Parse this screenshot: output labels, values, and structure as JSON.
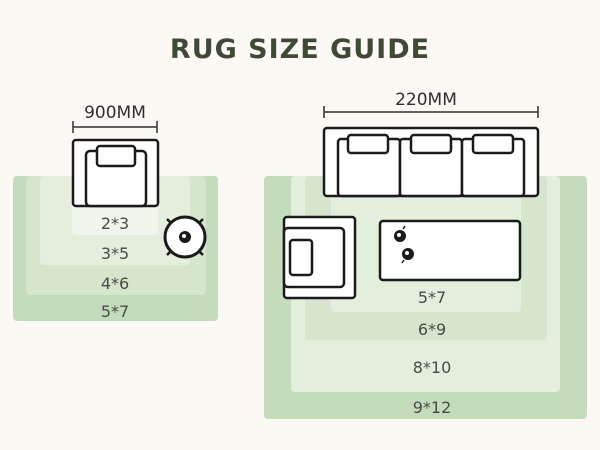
{
  "title": "RUG SIZE GUIDE",
  "left_group": {
    "dimension_label": "900MM",
    "rug_sizes": [
      "2*3",
      "3*5",
      "4*6",
      "5*7"
    ]
  },
  "right_group": {
    "dimension_label": "220MM",
    "rug_sizes": [
      "5*7",
      "6*9",
      "8*10",
      "9*12"
    ]
  },
  "colors": {
    "background": "#fcf9f4",
    "title": "#3e4a36",
    "rug_outer": "#c5dcbc",
    "rug_mid": "#d5e6cc",
    "rug_light": "#e3eedc",
    "rug_inner": "#eff5ea",
    "furniture_stroke": "#1a1a1a",
    "furniture_fill": "#ffffff"
  },
  "icons": [
    "armchair-icon",
    "side-table-icon",
    "sofa-icon",
    "coffee-table-icon"
  ]
}
